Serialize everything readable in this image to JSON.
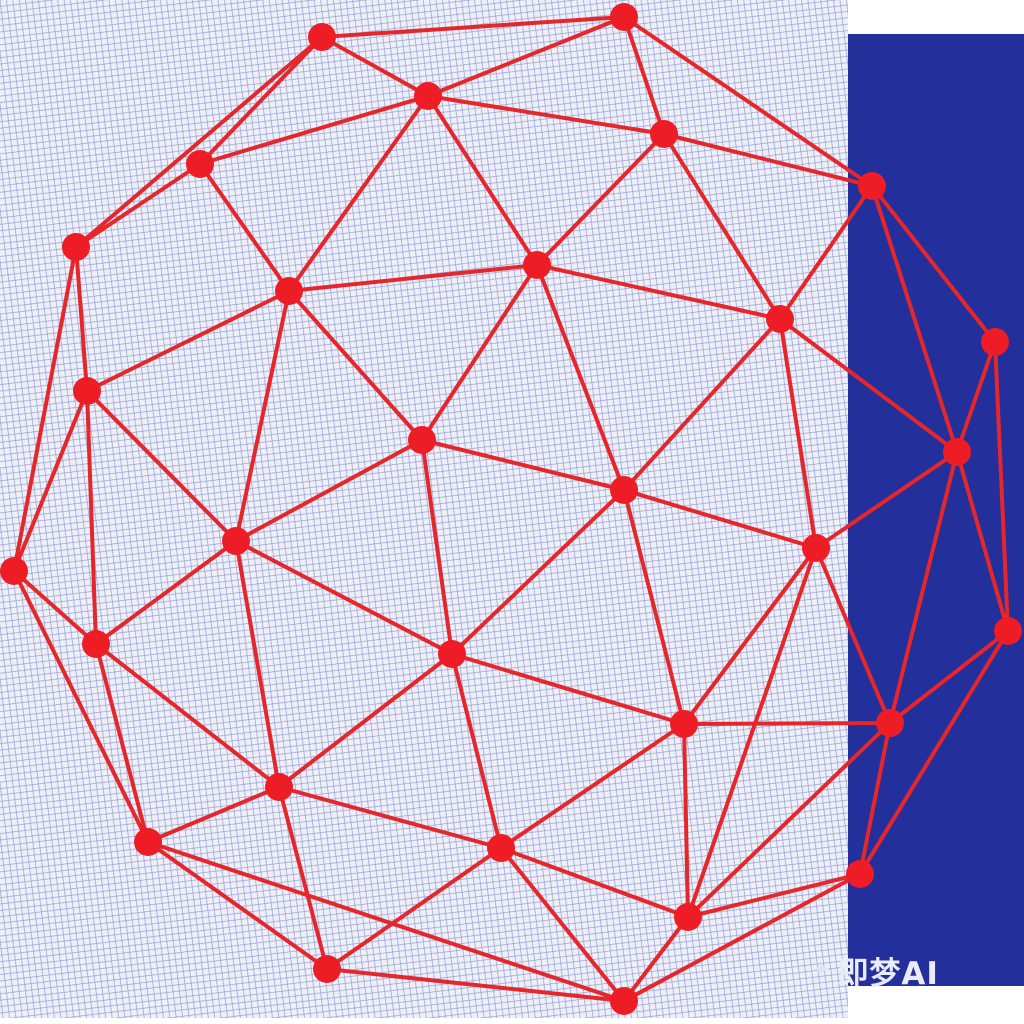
{
  "diagram": {
    "colors": {
      "background": "#ffffff",
      "mesh_fill": "#eceef8",
      "mesh_lines": "#6b73b8",
      "panel": "#232f9a",
      "edges": "#e5262b",
      "nodes": "#ee1c24"
    },
    "nodes": [
      {
        "id": "n1"
      },
      {
        "id": "n2"
      },
      {
        "id": "n3"
      },
      {
        "id": "n4"
      },
      {
        "id": "n5"
      },
      {
        "id": "n6"
      },
      {
        "id": "n7"
      },
      {
        "id": "n8"
      },
      {
        "id": "n9"
      },
      {
        "id": "n10"
      },
      {
        "id": "n11"
      },
      {
        "id": "n12"
      },
      {
        "id": "n13"
      },
      {
        "id": "n14"
      },
      {
        "id": "n15"
      },
      {
        "id": "n16"
      },
      {
        "id": "n17"
      },
      {
        "id": "n18"
      },
      {
        "id": "n19"
      },
      {
        "id": "n20"
      },
      {
        "id": "n21"
      },
      {
        "id": "n22"
      },
      {
        "id": "n23"
      },
      {
        "id": "n24"
      },
      {
        "id": "n25"
      },
      {
        "id": "n26"
      },
      {
        "id": "n27"
      },
      {
        "id": "n28"
      },
      {
        "id": "n29"
      },
      {
        "id": "n30"
      }
    ],
    "edges": [
      [
        "n1",
        "n2"
      ],
      [
        "n1",
        "n3"
      ],
      [
        "n1",
        "n4"
      ],
      [
        "n2",
        "n3"
      ],
      [
        "n2",
        "n5"
      ],
      [
        "n3",
        "n4"
      ],
      [
        "n3",
        "n5"
      ],
      [
        "n3",
        "n7"
      ],
      [
        "n3",
        "n8"
      ],
      [
        "n4",
        "n6"
      ],
      [
        "n4",
        "n8"
      ],
      [
        "n5",
        "n8"
      ],
      [
        "n5",
        "n9"
      ],
      [
        "n5",
        "n10"
      ],
      [
        "n6",
        "n11"
      ],
      [
        "n6",
        "n12"
      ],
      [
        "n6",
        "n8"
      ],
      [
        "n8",
        "n9"
      ],
      [
        "n8",
        "n11"
      ],
      [
        "n8",
        "n13"
      ],
      [
        "n9",
        "n10"
      ],
      [
        "n9",
        "n13"
      ],
      [
        "n9",
        "n14"
      ],
      [
        "n10",
        "n14"
      ],
      [
        "n10",
        "n15"
      ],
      [
        "n10",
        "n16"
      ],
      [
        "n11",
        "n12"
      ],
      [
        "n11",
        "n13"
      ],
      [
        "n12",
        "n17"
      ],
      [
        "n12",
        "n18"
      ],
      [
        "n12",
        "n13"
      ],
      [
        "n13",
        "n14"
      ],
      [
        "n13",
        "n18"
      ],
      [
        "n14",
        "n15"
      ],
      [
        "n14",
        "n18"
      ],
      [
        "n14",
        "n19"
      ],
      [
        "n15",
        "n16"
      ],
      [
        "n15",
        "n19"
      ],
      [
        "n15",
        "n20"
      ],
      [
        "n16",
        "n20"
      ],
      [
        "n16",
        "n21"
      ],
      [
        "n17",
        "n18"
      ],
      [
        "n17",
        "n22"
      ],
      [
        "n17",
        "n23"
      ],
      [
        "n18",
        "n19"
      ],
      [
        "n18",
        "n22"
      ],
      [
        "n19",
        "n20"
      ],
      [
        "n19",
        "n22"
      ],
      [
        "n19",
        "n24"
      ],
      [
        "n20",
        "n21"
      ],
      [
        "n20",
        "n24"
      ],
      [
        "n20",
        "n25"
      ],
      [
        "n21",
        "n25"
      ],
      [
        "n21",
        "n26"
      ],
      [
        "n21",
        "n27"
      ],
      [
        "n22",
        "n23"
      ],
      [
        "n22",
        "n24"
      ],
      [
        "n22",
        "n28"
      ],
      [
        "n23",
        "n28"
      ],
      [
        "n23",
        "n29"
      ],
      [
        "n24",
        "n25"
      ],
      [
        "n24",
        "n28"
      ],
      [
        "n24",
        "n30"
      ],
      [
        "n25",
        "n26"
      ],
      [
        "n25",
        "n30"
      ],
      [
        "n25",
        "n27"
      ],
      [
        "n26",
        "n27"
      ],
      [
        "n27",
        "n30"
      ],
      [
        "n28",
        "n29"
      ],
      [
        "n28",
        "n30"
      ],
      [
        "n29",
        "n30"
      ],
      [
        "n28",
        "n23"
      ],
      [
        "n1",
        "n6"
      ],
      [
        "n29",
        "n30"
      ]
    ]
  },
  "watermark": {
    "spark_icon": "sparkle-icon",
    "text": "即梦AI"
  }
}
